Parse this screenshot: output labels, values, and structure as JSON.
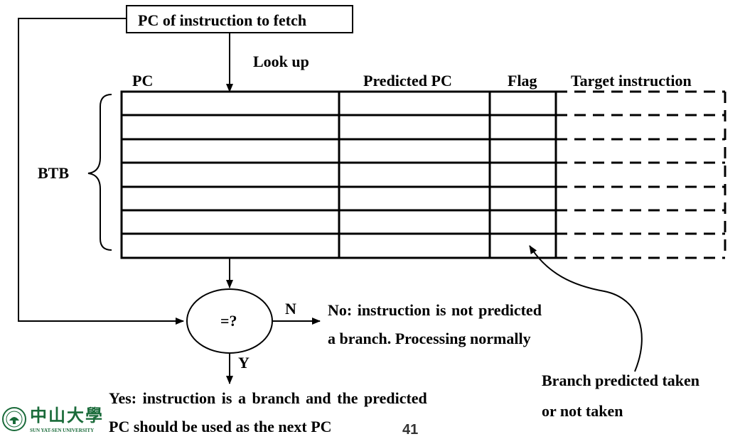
{
  "labels": {
    "pc_fetch": "PC of instruction to fetch",
    "look_up": "Look up",
    "col_pc": "PC",
    "col_predicted_pc": "Predicted PC",
    "col_flag": "Flag",
    "col_target": "Target instruction",
    "btb": "BTB",
    "compare": "=?",
    "n": "N",
    "y": "Y",
    "no_line1": "No: instruction is not predicted",
    "no_line2": "a branch. Processing normally",
    "yes_line1": "Yes: instruction is a branch and the predicted",
    "yes_line2": "PC should be used as the next PC",
    "branch_line1": "Branch predicted taken",
    "branch_line2": "or not taken"
  },
  "page_number": "41",
  "logo": {
    "chinese": "中山大學",
    "english": "SUN YAT-SEN UNIVERSITY",
    "color": "#1a6b3a"
  }
}
